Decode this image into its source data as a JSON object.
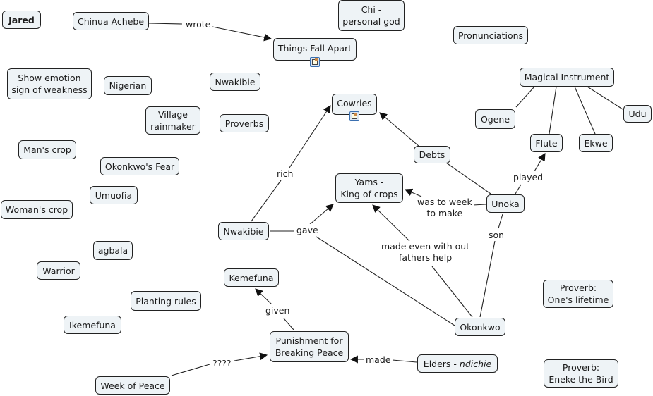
{
  "concepts": {
    "jared": "Jared",
    "chinua_achebe": "Chinua Achebe",
    "things_fall_apart": "Things Fall Apart",
    "chi_l1": "Chi -",
    "chi_l2": "personal god",
    "pronunciations": "Pronunciations",
    "show_emotion_l1": "Show emotion",
    "show_emotion_l2": "sign of weakness",
    "nigerian": "Nigerian",
    "nwakibie_top": "Nwakibie",
    "magical_instrument": "Magical Instrument",
    "cowries": "Cowries",
    "village_l1": "Village",
    "village_l2": "rainmaker",
    "proverbs": "Proverbs",
    "ogene": "Ogene",
    "udu": "Udu",
    "mans_crop": "Man's crop",
    "debts": "Debts",
    "flute": "Flute",
    "ekwe": "Ekwe",
    "okonkwos_fear": "Okonkwo's Fear",
    "yams_l1": "Yams -",
    "yams_l2": "King of crops",
    "umuofia": "Umuofia",
    "unoka": "Unoka",
    "womans_crop": "Woman's crop",
    "nwakibie": "Nwakibie",
    "agbala": "agbala",
    "warrior": "Warrior",
    "kemefuna": "Kemefuna",
    "proverb_lifetime_l1": "Proverb:",
    "proverb_lifetime_l2": "One's lifetime",
    "planting_rules": "Planting rules",
    "ikemefuna": "Ikemefuna",
    "okonkwo": "Okonkwo",
    "punishment_l1": "Punishment for",
    "punishment_l2": "Breaking Peace",
    "elders_prefix": "Elders - ",
    "elders_italic": "ndichie",
    "proverb_eneke_l1": "Proverb:",
    "proverb_eneke_l2": "Eneke the Bird",
    "week_of_peace": "Week of Peace"
  },
  "linking_phrases": {
    "wrote": "wrote",
    "rich": "rich",
    "played": "played",
    "was_to_week_l1": "was to week",
    "was_to_week_l2": "to make",
    "gave": "gave",
    "son": "son",
    "made_even_l1": "made even with out",
    "made_even_l2": "fathers help",
    "given": "given",
    "question": "????",
    "made": "made"
  },
  "resource_icons": [
    "document-image-icon",
    "document-image-icon"
  ],
  "colors": {
    "node_fill": "#eef3f6",
    "border": "#222222",
    "line": "#222222"
  }
}
